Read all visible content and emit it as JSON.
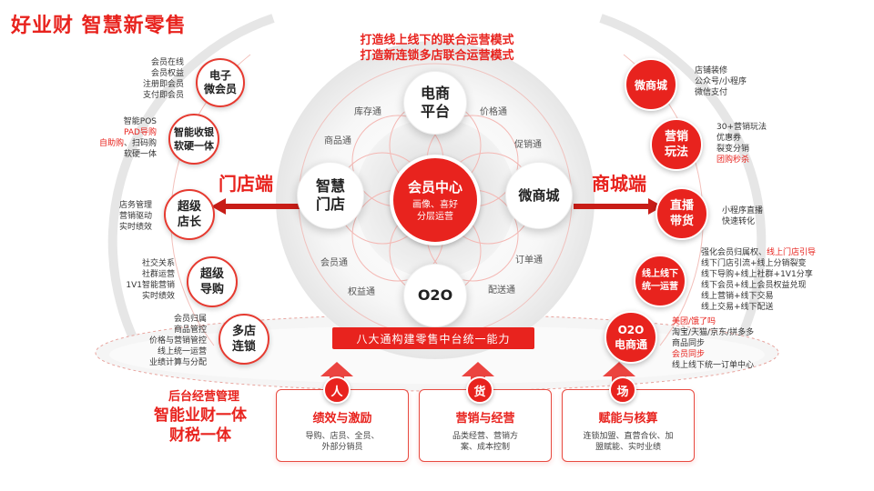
{
  "title": "好业财 智慧新零售",
  "top_heading": [
    "打造线上线下的联合运营模式",
    "打造新连锁多店联合运营模式"
  ],
  "center": {
    "label": "会员中心",
    "sub": "画像、喜好\n分层运营"
  },
  "inner_nodes": [
    {
      "id": "ecommerce",
      "label": "电商\n平台"
    },
    {
      "id": "smartstore",
      "label": "智慧\n门店"
    },
    {
      "id": "wemall",
      "label": "微商城"
    },
    {
      "id": "o2o",
      "label": "O2O"
    }
  ],
  "ring_labels": [
    "库存通",
    "价格通",
    "商品通",
    "促销通",
    "会员通",
    "订单通",
    "权益通",
    "配送通"
  ],
  "left_side_label": "门店端",
  "right_side_label": "商城端",
  "left_nodes": [
    {
      "label": "电子\n微会员",
      "desc": [
        {
          "t": "会员在线"
        },
        {
          "t": "会员权益"
        },
        {
          "t": "注册即会员"
        },
        {
          "t": "支付即会员"
        }
      ]
    },
    {
      "label": "智能收银\n软硬一体",
      "desc": [
        {
          "t": "智能POS"
        },
        {
          "t": "PAD导购",
          "red": true
        },
        {
          "t": "自助购",
          "red": true,
          "tail": "、扫码购"
        },
        {
          "t": "软硬一体"
        }
      ]
    },
    {
      "label": "超级\n店长",
      "desc": [
        {
          "t": "店务管理"
        },
        {
          "t": "营销驱动"
        },
        {
          "t": "实时绩效"
        }
      ]
    },
    {
      "label": "超级\n导购",
      "desc": [
        {
          "t": "社交关系"
        },
        {
          "t": "社群运营"
        },
        {
          "t": "1V1智能营销"
        },
        {
          "t": "实时绩效"
        }
      ]
    },
    {
      "label": "多店\n连锁",
      "desc": [
        {
          "t": "会员归属"
        },
        {
          "t": "商品管控"
        },
        {
          "t": "价格与营销管控"
        },
        {
          "t": "线上统一运营"
        },
        {
          "t": "业绩计算与分配"
        }
      ]
    }
  ],
  "right_nodes": [
    {
      "label": "微商城",
      "desc": [
        {
          "t": "店铺装修"
        },
        {
          "t": "公众号/小程序"
        },
        {
          "t": "微信支付"
        }
      ]
    },
    {
      "label": "营销\n玩法",
      "desc": [
        {
          "t": "30+营销玩法"
        },
        {
          "t": "优惠券"
        },
        {
          "t": "裂变分销"
        },
        {
          "t": "团购秒杀",
          "red": true
        }
      ]
    },
    {
      "label": "直播\n带货",
      "desc": [
        {
          "t": "小程序直播"
        },
        {
          "t": "快速转化"
        }
      ]
    },
    {
      "label": "线上线下\n统一运营",
      "desc": [
        {
          "t": "强化会员归属权、",
          "tail_red": "线上门店引导"
        },
        {
          "t": "线下门店引流+线上分销裂变"
        },
        {
          "t": "线下导购+线上社群+1V1分享"
        },
        {
          "t": "线下会员+线上会员权益兑现"
        },
        {
          "t": "线上营销+线下交易"
        },
        {
          "t": "线上交易+线下配送"
        }
      ]
    },
    {
      "label": "O2O\n电商通",
      "desc": [
        {
          "t": "美团/饿了吗",
          "red": true
        },
        {
          "t": "淘宝/天猫/京东/拼多多"
        },
        {
          "t": "商品同步"
        },
        {
          "t": "会员同步",
          "red": true
        },
        {
          "t": "线上线下统一订单中心"
        }
      ]
    }
  ],
  "banner": "八大通构建零售中台统一能力",
  "panels": [
    {
      "badge": "人",
      "title": "绩效与激励",
      "desc": "导购、店员、全员、\n外部分销员"
    },
    {
      "badge": "货",
      "title": "营销与经营",
      "desc": "品类经营、营销方\n案、成本控制"
    },
    {
      "badge": "场",
      "title": "赋能与核算",
      "desc": "连锁加盟、直营合伙、加\n盟赋能、实时业绩"
    }
  ],
  "back_office": {
    "title": "后台经营管理",
    "subtitle": "智能业财一体\n财税一体"
  },
  "colors": {
    "accent": "#e8231e",
    "ring": "#f4b8b4"
  }
}
